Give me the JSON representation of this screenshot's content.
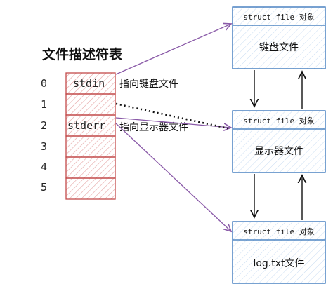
{
  "title": "文件描述符表",
  "fd_table": {
    "indices": [
      "0",
      "1",
      "2",
      "3",
      "4",
      "5"
    ],
    "cells": [
      "stdin",
      "",
      "stderr",
      "",
      "",
      ""
    ]
  },
  "notes": {
    "stdin_note": "指向键盘文件",
    "stderr_note": "指向显示器文件"
  },
  "file_objects": [
    {
      "header": "struct file 对象",
      "body": "键盘文件"
    },
    {
      "header": "struct file 对象",
      "body": "显示器文件"
    },
    {
      "header": "struct file 对象",
      "body": "log.txt文件"
    }
  ],
  "colors": {
    "cell_fill": "#f4d7d7",
    "cell_stroke": "#c24a4a",
    "box_fill": "#eaf2fb",
    "box_stroke": "#2f6fb8",
    "arrow": "#8a5aa8",
    "hatch": "#e4a0a0"
  }
}
